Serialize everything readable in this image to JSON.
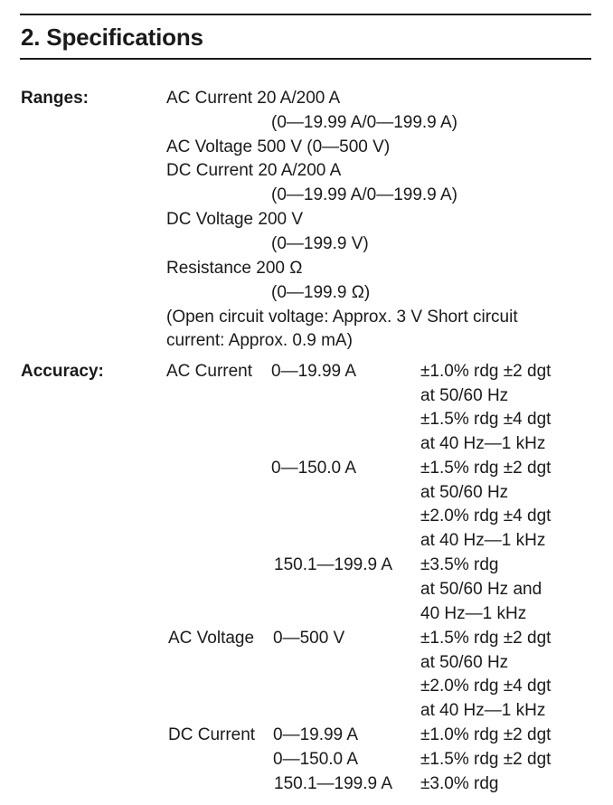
{
  "title": "2. Specifications",
  "ranges": {
    "heading": "Ranges:",
    "lines": [
      "AC Current 20 A/200 A",
      "(0—19.99 A/0—199.9 A)",
      "AC Voltage 500 V (0—500 V)",
      "DC Current 20 A/200 A",
      "(0—19.99 A/0—199.9 A)",
      "DC Voltage 200 V",
      "(0—199.9 V)",
      "Resistance 200 Ω",
      "(0—199.9 Ω)",
      "(Open circuit voltage: Approx. 3 V Short circuit",
      "current: Approx. 0.9 mA)"
    ]
  },
  "accuracy": {
    "heading": "Accuracy:",
    "ac_current": {
      "label": "AC Current",
      "r1": {
        "range": "0—19.99 A",
        "lines": [
          "±1.0% rdg ±2 dgt",
          "at 50/60 Hz",
          "±1.5% rdg ±4 dgt",
          "at 40 Hz—1 kHz"
        ]
      },
      "r2": {
        "range": "0—150.0 A",
        "lines": [
          "±1.5% rdg ±2 dgt",
          "at 50/60 Hz",
          "±2.0% rdg ±4 dgt",
          "at 40 Hz—1 kHz"
        ]
      },
      "r3": {
        "range": "150.1—199.9 A",
        "lines": [
          "±3.5% rdg",
          "at 50/60 Hz and",
          "40 Hz—1 kHz"
        ]
      }
    },
    "ac_voltage": {
      "label": "AC Voltage",
      "range": "0—500 V",
      "lines": [
        "±1.5% rdg ±2 dgt",
        "at 50/60 Hz",
        "±2.0% rdg ±4 dgt",
        "at 40 Hz—1 kHz"
      ]
    },
    "dc_current": {
      "label": "DC Current",
      "r1": {
        "range": "0—19.99 A",
        "value": "±1.0% rdg ±2 dgt"
      },
      "r2": {
        "range": "0—150.0 A",
        "value": "±1.5% rdg ±2 dgt"
      },
      "r3": {
        "range": "150.1—199.9 A",
        "value": "±3.0% rdg"
      }
    }
  }
}
